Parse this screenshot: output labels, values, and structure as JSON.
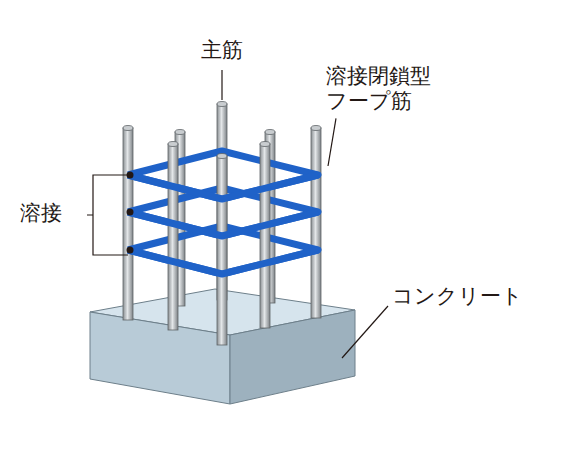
{
  "diagram": {
    "labels": [
      "主筋",
      "溶接閉鎖型 フープ筋",
      "溶接",
      "コンクリート"
    ]
  }
}
